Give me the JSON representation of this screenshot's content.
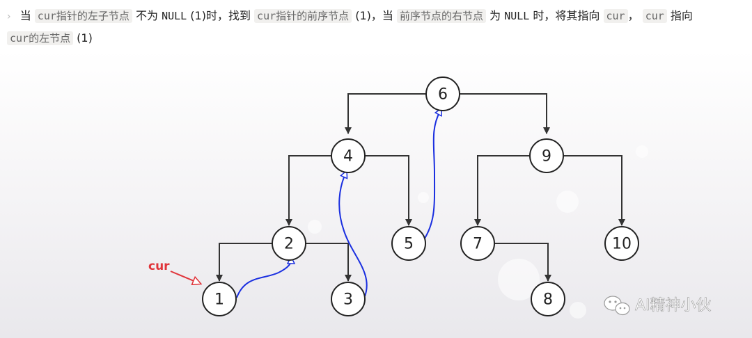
{
  "description": {
    "chevron": "›",
    "line1": [
      {
        "t": "当 ",
        "code": false
      },
      {
        "t": "cur指针的左子节点",
        "code": true
      },
      {
        "t": " 不为 ",
        "code": false
      },
      {
        "t": "NULL",
        "code": "mono"
      },
      {
        "t": " (1)时，找到 ",
        "code": false
      },
      {
        "t": "cur指针的前序节点",
        "code": true
      },
      {
        "t": " (1)，当 ",
        "code": false
      },
      {
        "t": "前序节点的右节点",
        "code": true
      },
      {
        "t": " 为 ",
        "code": false
      },
      {
        "t": "NULL",
        "code": "mono"
      },
      {
        "t": " 时，将其指向 ",
        "code": false
      },
      {
        "t": "cur",
        "code": true
      },
      {
        "t": "， ",
        "code": false
      },
      {
        "t": "cur",
        "code": true
      },
      {
        "t": " 指向",
        "code": false
      }
    ],
    "line2": [
      {
        "t": "cur的左节点",
        "code": true
      },
      {
        "t": " (1)",
        "code": false
      }
    ]
  },
  "tree": {
    "nodes": [
      "6",
      "4",
      "9",
      "2",
      "5",
      "7",
      "10",
      "1",
      "3",
      "8"
    ],
    "cur_label": "cur"
  },
  "colors": {
    "thread": "#1a2fe0",
    "cur": "#e0343a",
    "edge": "#333333"
  },
  "watermark": "AI精神小伙"
}
